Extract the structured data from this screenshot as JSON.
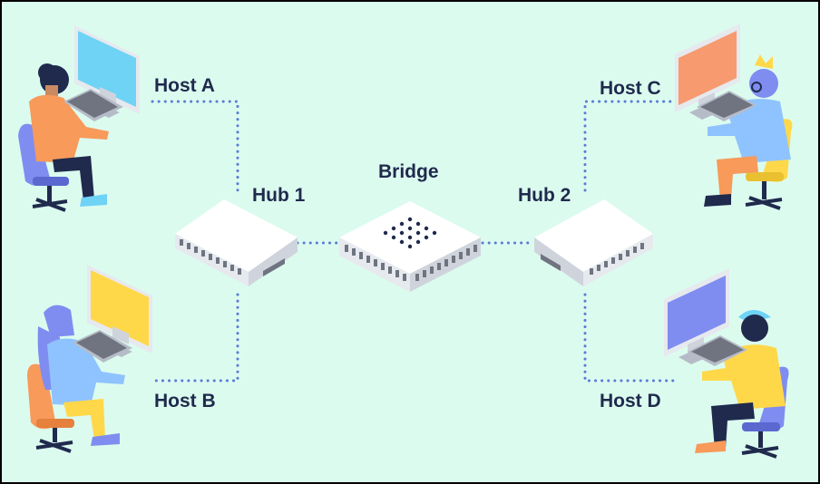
{
  "diagram": {
    "colors": {
      "background": "#dcfbef",
      "border": "#000000",
      "label": "#1f2a4d",
      "link": "#5a7bd8",
      "device_top": "#ffffff",
      "device_side": "#e6e9ee",
      "port": "#6f7480"
    },
    "devices": {
      "hub1": {
        "label": "Hub 1",
        "icon": "hub-icon"
      },
      "bridge": {
        "label": "Bridge",
        "icon": "bridge-icon"
      },
      "hub2": {
        "label": "Hub 2",
        "icon": "hub-icon"
      }
    },
    "hosts": {
      "a": {
        "label": "Host A",
        "monitor_color": "#6fd3f5",
        "shirt_color": "#f79a5a"
      },
      "b": {
        "label": "Host B",
        "monitor_color": "#ffd84a",
        "shirt_color": "#8fc3ff"
      },
      "c": {
        "label": "Host C",
        "monitor_color": "#f79a6f",
        "shirt_color": "#8fc3ff"
      },
      "d": {
        "label": "Host D",
        "monitor_color": "#7f8df0",
        "shirt_color": "#ffd84a"
      }
    },
    "connections": [
      [
        "Host A",
        "Hub 1"
      ],
      [
        "Host B",
        "Hub 1"
      ],
      [
        "Hub 1",
        "Bridge"
      ],
      [
        "Bridge",
        "Hub 2"
      ],
      [
        "Hub 2",
        "Host C"
      ],
      [
        "Hub 2",
        "Host D"
      ]
    ]
  }
}
